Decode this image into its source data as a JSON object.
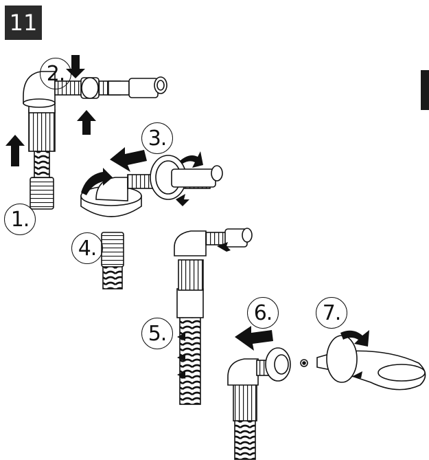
{
  "figure": {
    "step_number": "11",
    "callouts": {
      "c1": "1.",
      "c2": "2.",
      "c3": "3.",
      "c4": "4.",
      "c5": "5.",
      "c6": "6.",
      "c7": "7."
    }
  },
  "colors": {
    "ink": "#111111",
    "badge": "#2b2b2b",
    "fill": "#ffffff"
  }
}
